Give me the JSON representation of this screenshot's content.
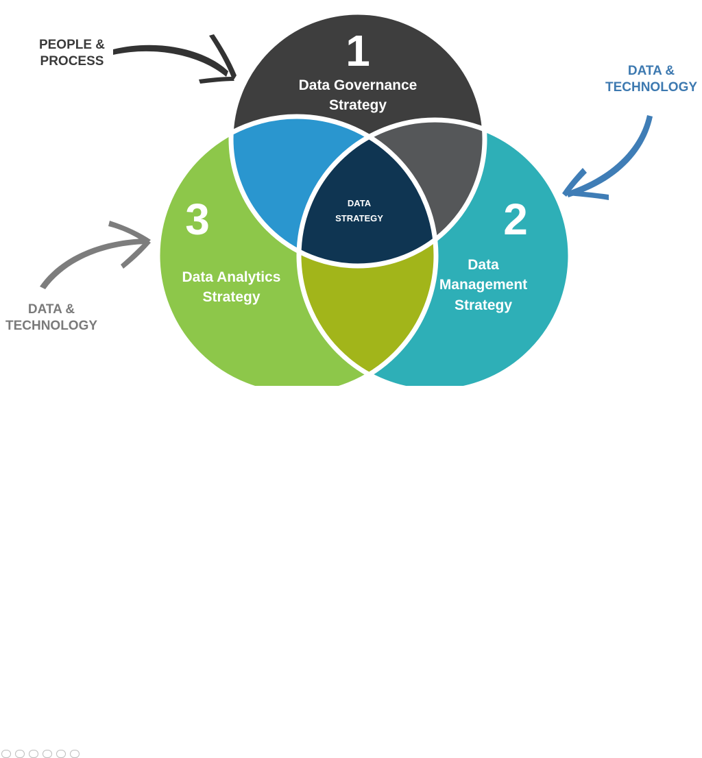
{
  "labels": {
    "top_left_line1": "PEOPLE &",
    "top_left_line2": "PROCESS",
    "top_right_line1": "DATA &",
    "top_right_line2": "TECHNOLOGY",
    "bottom_left_line1": "DATA &",
    "bottom_left_line2": "TECHNOLOGY"
  },
  "circles": {
    "governance": {
      "number": "1",
      "title_line1": "Data Governance",
      "title_line2": "Strategy",
      "color": "#3e3e3e"
    },
    "management": {
      "number": "2",
      "title_line1": "Data",
      "title_line2": "Management",
      "title_line3": "Strategy",
      "color": "#2eafb7"
    },
    "analytics": {
      "number": "3",
      "title_line1": "Data Analytics",
      "title_line2": "Strategy",
      "color": "#8dc74a"
    }
  },
  "center": {
    "line1": "DATA",
    "line2": "STRATEGY",
    "color": "#0f3552"
  },
  "overlaps": {
    "governance_analytics": "#2a96cf",
    "governance_management": "#555759",
    "analytics_management": "#a2b51a"
  },
  "arrows": {
    "people_process": "#333333",
    "data_technology_right": "#3f7db6",
    "data_technology_left": "#7d7d7d"
  }
}
